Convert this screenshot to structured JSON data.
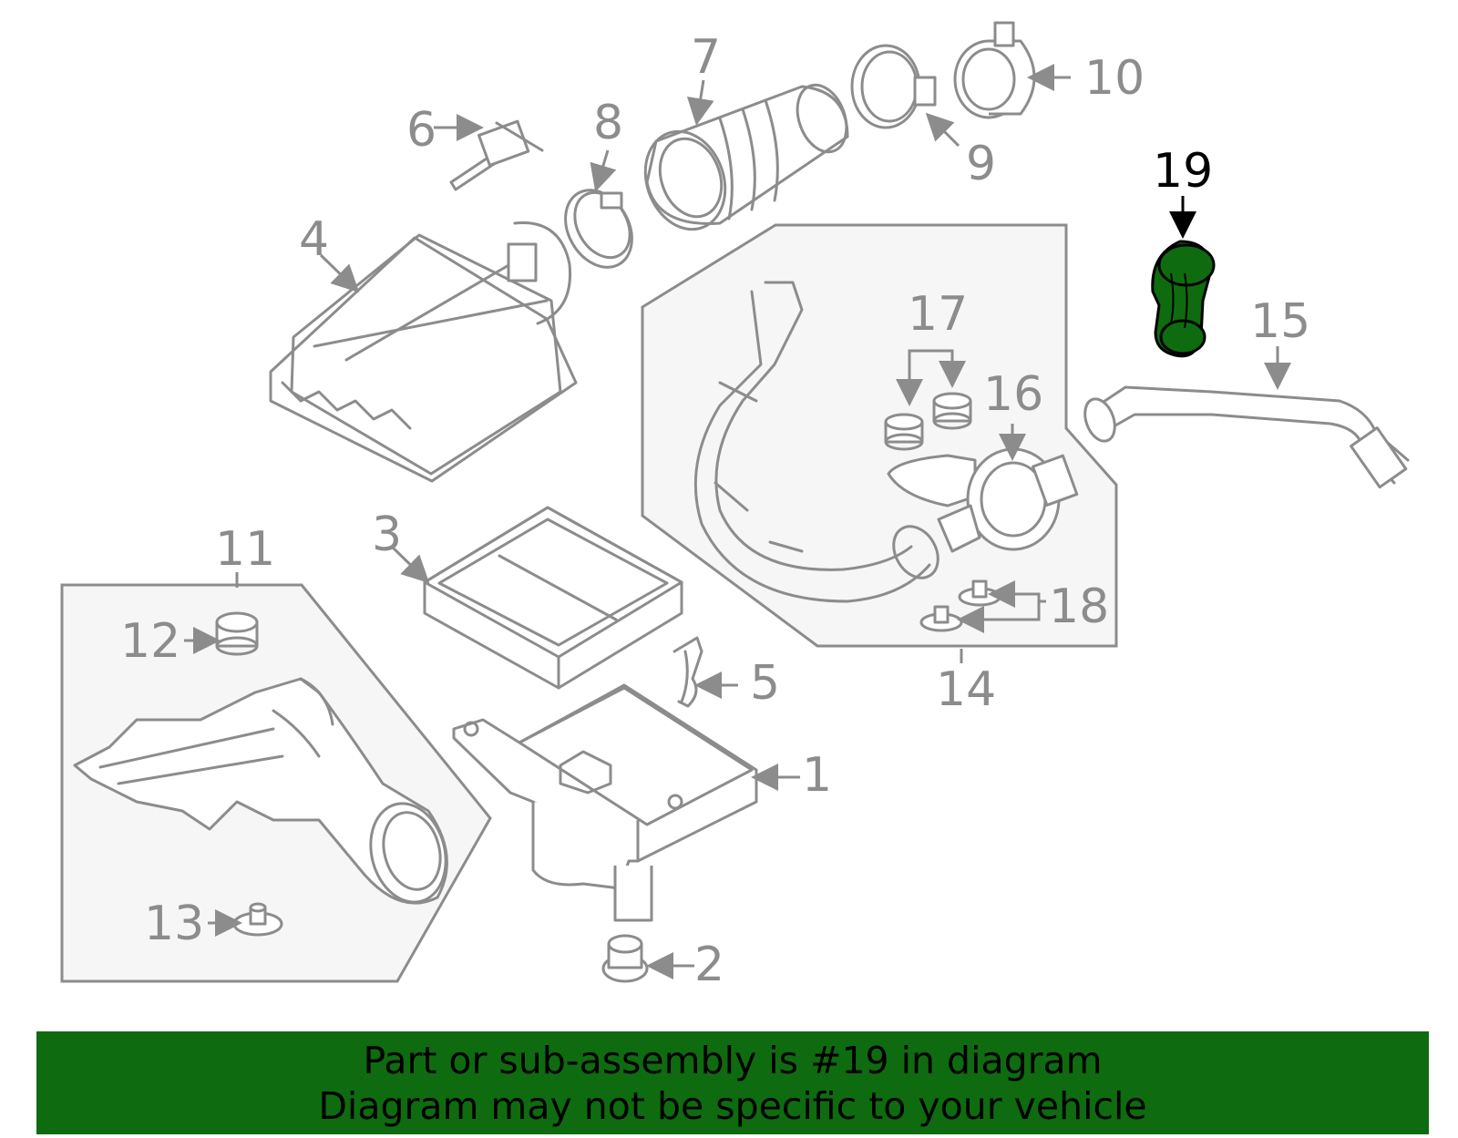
{
  "callouts": {
    "c1": "1",
    "c2": "2",
    "c3": "3",
    "c4": "4",
    "c5": "5",
    "c6": "6",
    "c7": "7",
    "c8": "8",
    "c9": "9",
    "c10": "10",
    "c11": "11",
    "c12": "12",
    "c13": "13",
    "c14": "14",
    "c15": "15",
    "c16": "16",
    "c17": "17",
    "c18": "18",
    "c19": "19"
  },
  "highlighted_part": "19",
  "colors": {
    "highlight": "#0f6b0f",
    "line_art": "#8c8c8c",
    "group_fill": "#f6f6f6"
  },
  "banner": {
    "line1": "Part or sub-assembly is #19 in diagram",
    "line2": "Diagram may not be specific to your vehicle"
  }
}
